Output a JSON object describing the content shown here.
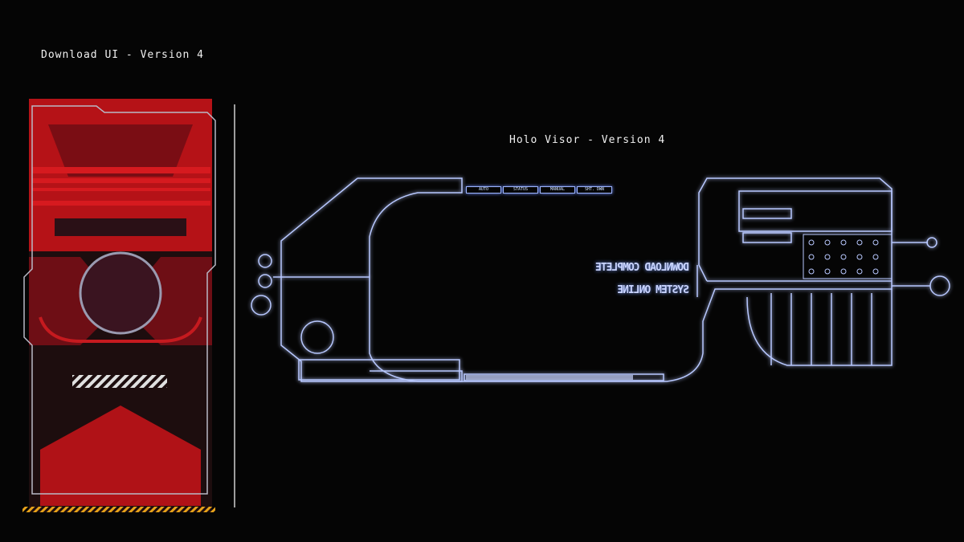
{
  "left_panel": {
    "title": "Download UI - Version 4",
    "accent": "#c8161b"
  },
  "right_panel": {
    "title": "Holo Visor - Version 4",
    "glow": "#9fb6ff",
    "tabs": [
      "AUTO",
      "STATUS",
      "MANUAL",
      "SHT. DWN"
    ],
    "readout": [
      "DOWNLOAD COMPLETE",
      "SYSTEM ONLINE"
    ]
  }
}
